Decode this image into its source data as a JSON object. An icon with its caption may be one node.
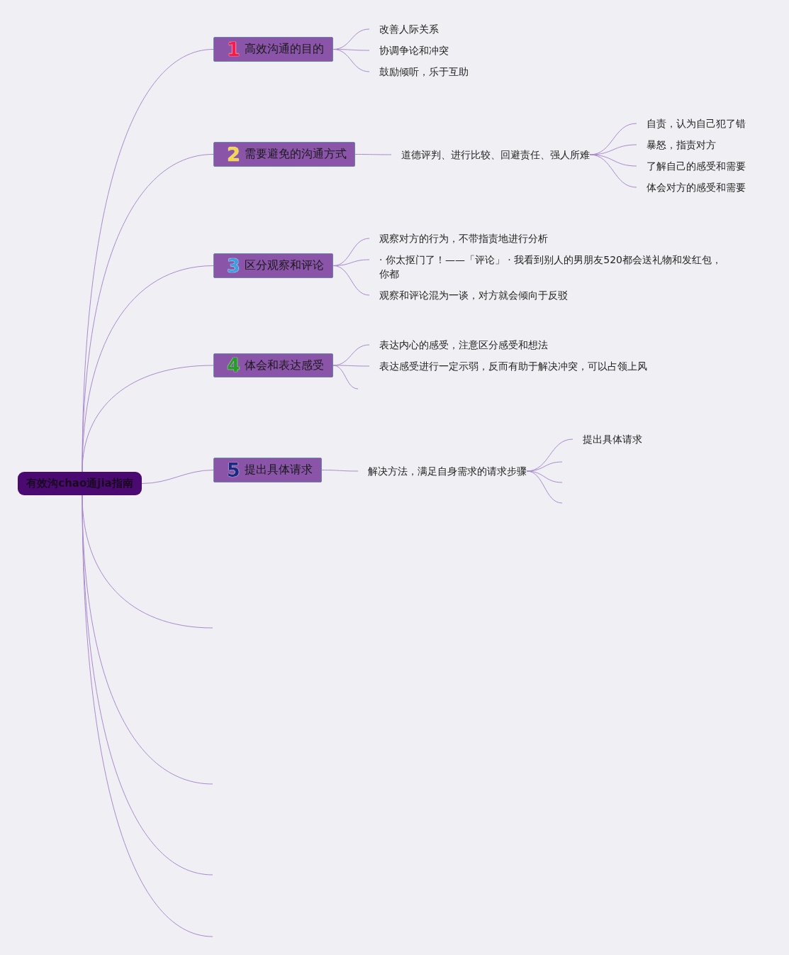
{
  "diagram": {
    "nodes": [
      {
        "text": [
          "有效沟chao通jia指南"
        ]
      },
      {
        "text": [
          "1",
          "高效沟通的目的"
        ]
      },
      {
        "text": [
          "改善人际关系"
        ]
      },
      {
        "text": [
          "协调争论和冲突"
        ]
      },
      {
        "text": [
          "鼓励倾听，乐于互助"
        ]
      },
      {
        "text": [
          "2",
          "需要避免的沟通方式"
        ]
      },
      {
        "text": [
          "道德评判、进行比较、回避责任、强人所难"
        ]
      },
      {
        "text": [
          "自责，认为自己犯了错"
        ]
      },
      {
        "text": [
          "暴怒，指责对方"
        ]
      },
      {
        "text": [
          "了解自己的感受和需要"
        ]
      },
      {
        "text": [
          "体会对方的感受和需要"
        ]
      },
      {
        "text": [
          "3",
          "区分观察和评论"
        ]
      },
      {
        "text": [
          "观察对方的行为，不带指责地进行分析"
        ]
      },
      {
        "text": [
          "· 你太抠门了！——「评论」 · 我看到别人的男朋友520都会送礼物和发红包，你都"
        ]
      },
      {
        "text": [
          "观察和评论混为一谈，对方就会倾向于反驳"
        ]
      },
      {
        "text": [
          "4",
          "体会和表达感受"
        ]
      },
      {
        "text": [
          "表达内心的感受，注意区分感受和想法"
        ]
      },
      {
        "text": [
          "表达感受进行一定示弱，反而有助于解决冲突，可以占领上风"
        ]
      },
      {
        "text": [
          "5",
          "提出具体请求"
        ]
      },
      {
        "text": [
          "解决方法，满足自身需求的请求步骤"
        ]
      },
      {
        "text": [
          "提出具体请求"
        ]
      }
    ],
    "edges": [
      {
        "from": 0,
        "to": 1,
        "arrow": "none"
      },
      {
        "from": 0,
        "to": 5,
        "arrow": "none"
      },
      {
        "from": 0,
        "to": 11,
        "arrow": "none"
      },
      {
        "from": 0,
        "to": 15,
        "arrow": "none"
      },
      {
        "from": 0,
        "to": 18,
        "arrow": "none"
      },
      {
        "from": 0,
        "to": null,
        "arrow": "none"
      },
      {
        "from": 0,
        "to": null,
        "arrow": "none"
      },
      {
        "from": 0,
        "to": null,
        "arrow": "none"
      },
      {
        "from": 0,
        "to": null,
        "arrow": "none"
      },
      {
        "from": 1,
        "to": 2,
        "arrow": "none"
      },
      {
        "from": 1,
        "to": 3,
        "arrow": "none"
      },
      {
        "from": 1,
        "to": 4,
        "arrow": "none"
      },
      {
        "from": 5,
        "to": 6,
        "arrow": "none"
      },
      {
        "from": 6,
        "to": 7,
        "arrow": "none"
      },
      {
        "from": 6,
        "to": 8,
        "arrow": "none"
      },
      {
        "from": 6,
        "to": 9,
        "arrow": "none"
      },
      {
        "from": 6,
        "to": 10,
        "arrow": "none"
      },
      {
        "from": 11,
        "to": 12,
        "arrow": "none"
      },
      {
        "from": 11,
        "to": 13,
        "arrow": "none"
      },
      {
        "from": 11,
        "to": 14,
        "arrow": "none"
      },
      {
        "from": 15,
        "to": 16,
        "arrow": "none"
      },
      {
        "from": 15,
        "to": 17,
        "arrow": "none"
      },
      {
        "from": 15,
        "to": null,
        "arrow": "none"
      },
      {
        "from": 18,
        "to": 19,
        "arrow": "none"
      },
      {
        "from": 19,
        "to": 20,
        "arrow": "none"
      },
      {
        "from": 19,
        "to": null,
        "arrow": "none"
      },
      {
        "from": 19,
        "to": null,
        "arrow": "none"
      },
      {
        "from": 19,
        "to": null,
        "arrow": "none"
      }
    ]
  }
}
